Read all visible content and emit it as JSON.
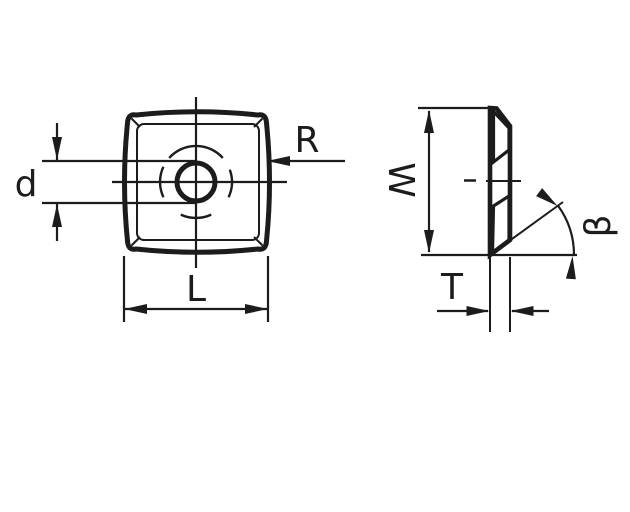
{
  "diagram": {
    "type": "technical-drawing",
    "subject": "square reversible knife insert with center hole, two orthographic views",
    "colors": {
      "background": "#ffffff",
      "line": "#1c1c1c",
      "face_fill": "#c6c8c9",
      "bevel_band_fill": "#d8d9da",
      "hatch_fill": "#d2d3d4"
    },
    "front_view": {
      "description": "front view: rounded square insert with countersunk center hole and centerlines",
      "dimensions": {
        "hole_diameter_label": "d",
        "corner_radius_label": "R",
        "length_label": "L"
      }
    },
    "side_view": {
      "description": "side section view: insert profile with hatched carbide section, bevel angle",
      "dimensions": {
        "width_label": "W",
        "thickness_label": "T",
        "bevel_angle_label": "β",
        "center_dash": "-"
      }
    }
  }
}
